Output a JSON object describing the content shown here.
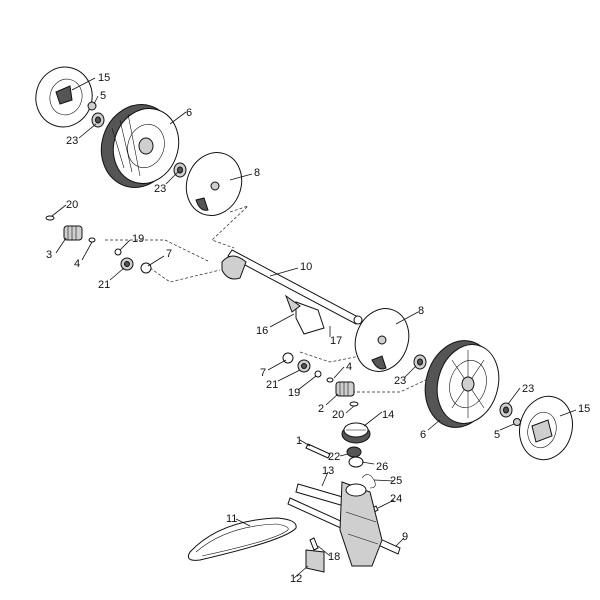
{
  "diagram": {
    "callouts": {
      "c15a": "15",
      "c5a": "5",
      "c23a": "23",
      "c6a": "6",
      "c23b": "23",
      "c8a": "8",
      "c20a": "20",
      "c19a": "19",
      "c3": "3",
      "c4a": "4",
      "c7a": "7",
      "c21a": "21",
      "c10": "10",
      "c16": "16",
      "c17": "17",
      "c8b": "8",
      "c7b": "7",
      "c4b": "4",
      "c21b": "21",
      "c19b": "19",
      "c2": "2",
      "c20b": "20",
      "c23c": "23",
      "c23d": "23",
      "c15b": "15",
      "c5b": "5",
      "c6b": "6",
      "c14": "14",
      "c1": "1",
      "c22": "22",
      "c26": "26",
      "c13": "13",
      "c25": "25",
      "c24": "24",
      "c11": "11",
      "c9": "9",
      "c18": "18",
      "c12": "12"
    }
  }
}
